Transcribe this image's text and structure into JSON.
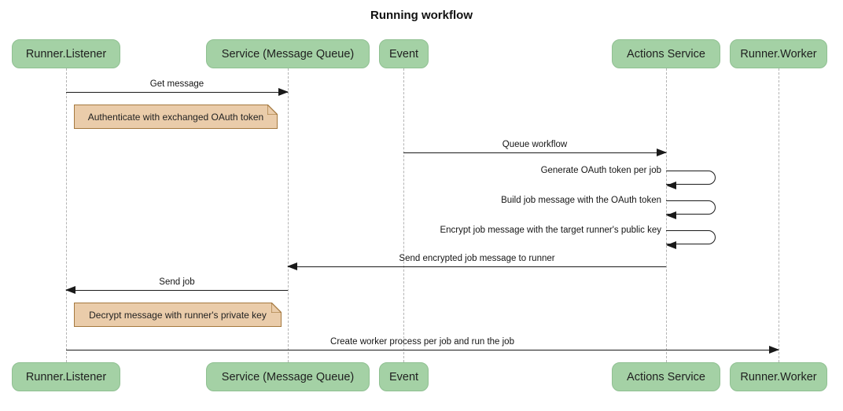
{
  "title": "Running workflow",
  "participants": [
    {
      "label": "Runner.Listener"
    },
    {
      "label": "Service (Message Queue)"
    },
    {
      "label": "Event"
    },
    {
      "label": "Actions Service"
    },
    {
      "label": "Runner.Worker"
    }
  ],
  "messages": [
    {
      "label": "Get message",
      "from": "Runner.Listener",
      "to": "Service (Message Queue)",
      "direction": "right"
    },
    {
      "label": "Queue workflow",
      "from": "Event",
      "to": "Actions Service",
      "direction": "right"
    },
    {
      "label": "Generate OAuth token per job",
      "from": "Actions Service",
      "to": "Actions Service",
      "direction": "self"
    },
    {
      "label": "Build job message with the OAuth token",
      "from": "Actions Service",
      "to": "Actions Service",
      "direction": "self"
    },
    {
      "label": "Encrypt job message with the target runner's public key",
      "from": "Actions Service",
      "to": "Actions Service",
      "direction": "self"
    },
    {
      "label": "Send encrypted job message to runner",
      "from": "Actions Service",
      "to": "Service (Message Queue)",
      "direction": "left"
    },
    {
      "label": "Send job",
      "from": "Service (Message Queue)",
      "to": "Runner.Listener",
      "direction": "left"
    },
    {
      "label": "Create worker process per job and run the job",
      "from": "Runner.Listener",
      "to": "Runner.Worker",
      "direction": "right"
    }
  ],
  "notes": [
    {
      "label": "Authenticate with exchanged OAuth token",
      "position": "right of Runner.Listener"
    },
    {
      "label": "Decrypt message with runner's private key",
      "position": "right of Runner.Listener"
    }
  ],
  "colors": {
    "actor_fill": "#a4d1a5",
    "actor_border": "#8fc091",
    "note_fill": "#eaccaa",
    "note_border": "#a5793f",
    "message_line": "#1a1a1a",
    "lifeline": "#b3b3b3",
    "background": "#ffffff"
  }
}
